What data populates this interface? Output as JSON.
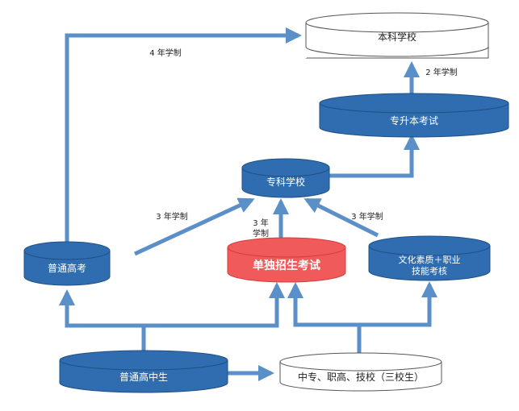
{
  "colors": {
    "blue_fill": "#2f6db0",
    "blue_dark": "#1f4f86",
    "red_fill": "#f05a5a",
    "red_dark": "#d43c3c",
    "arrow": "#5b8fc7",
    "white_fill": "#ffffff",
    "outline": "#555555"
  },
  "nodes": {
    "bachelor_school": "本科学校",
    "upgrade_exam": "专升本考试",
    "junior_college": "专科学校",
    "gaokao": "普通高考",
    "single_exam": "单独招生考试",
    "culture_skill_line1": "文化素质＋职业",
    "culture_skill_line2": "技能考核",
    "high_school": "普通高中生",
    "vocational_students": "中专、职高、技校（三校生）"
  },
  "edge_labels": {
    "four_year": "4 年学制",
    "two_year": "2 年学制",
    "three_year_left": "3 年学制",
    "three_year_mid_line1": "3 年",
    "three_year_mid_line2": "学制",
    "three_year_right": "3 年学制"
  }
}
